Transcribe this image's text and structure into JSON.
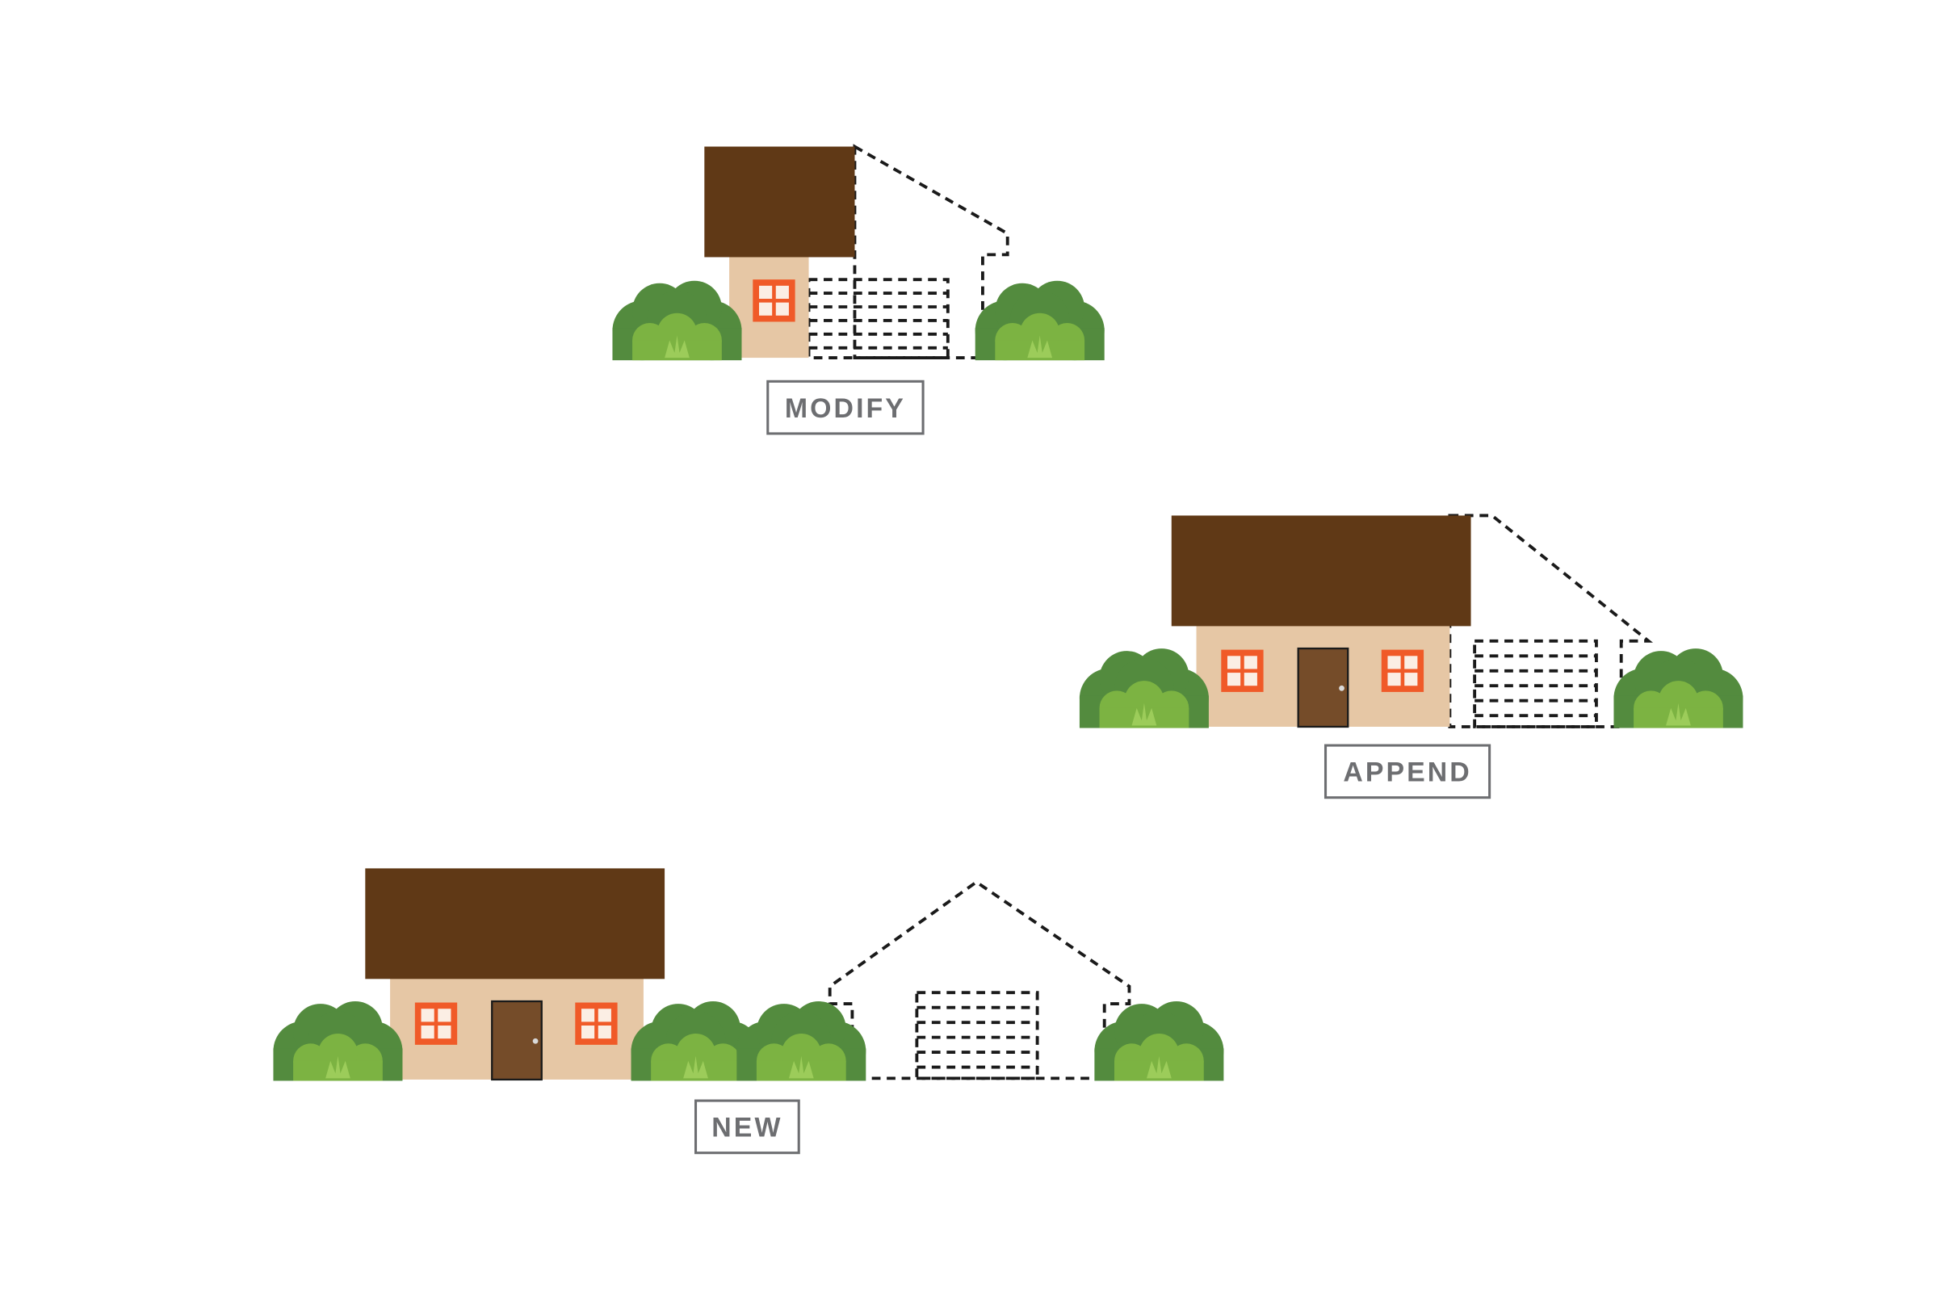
{
  "labels": {
    "modify": "MODIFY",
    "append": "APPEND",
    "new": "NEW"
  },
  "colors": {
    "roof": "#603916",
    "wall": "#e6c7a5",
    "window_frame": "#f05a28",
    "window_pane": "#fbeee4",
    "door": "#754c29",
    "bush_dark": "#538b3e",
    "bush_light": "#7cb342",
    "grass": "#9ccc5a",
    "label_text": "#6d6e71",
    "label_border": "#6d6e71",
    "dashed_outline": "#1a1a1a"
  }
}
